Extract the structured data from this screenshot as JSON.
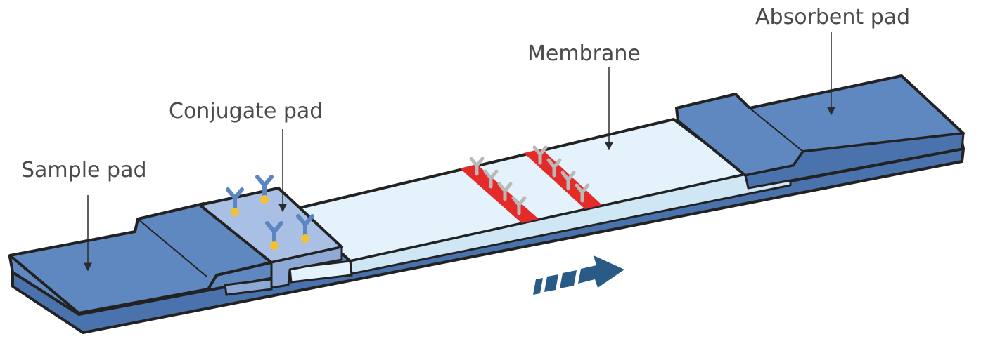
{
  "labels": {
    "sample_pad": "Sample pad",
    "conjugate_pad": "Conjugate pad",
    "membrane": "Membrane",
    "absorbent_pad": "Absorbent pad"
  },
  "colors": {
    "pad_blue": "#5f87c0",
    "pad_top_light": "#a9bfe3",
    "membrane": "#e3f2fb",
    "line_red": "#e52a2a",
    "outline": "#222222",
    "gold": "#f2c230",
    "antibody_blue": "#5b86c2",
    "antibody_grey": "#b9b9b9",
    "arrow": "#2a5b87"
  },
  "icons": [
    "antibody-icon",
    "flow-arrow-icon"
  ]
}
